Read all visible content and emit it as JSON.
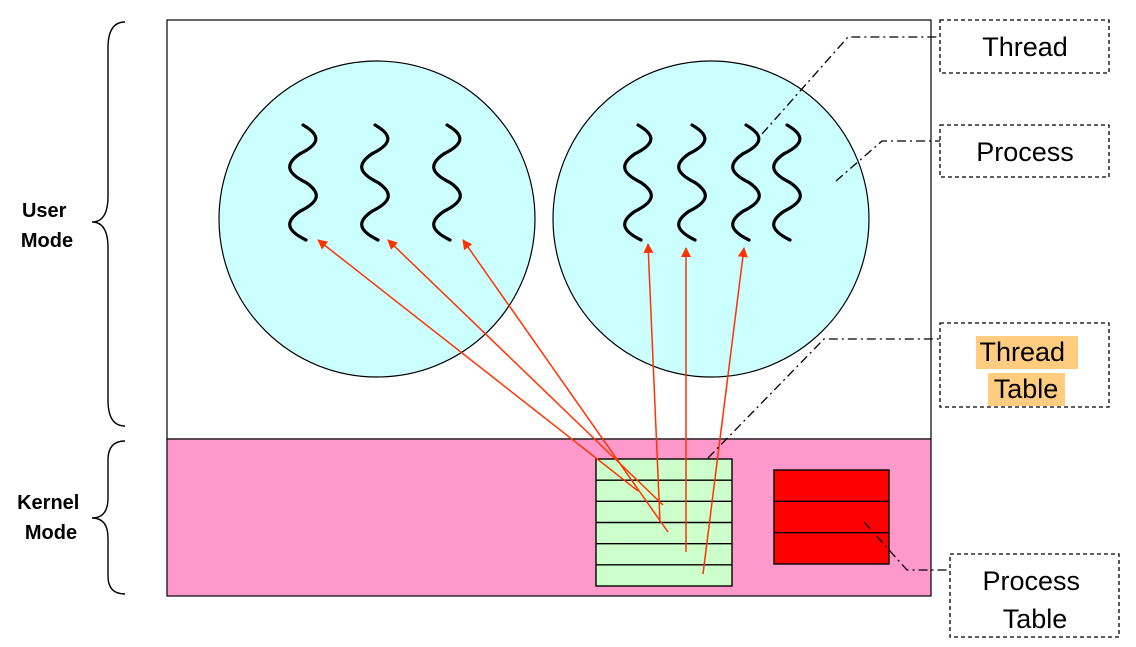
{
  "regions": {
    "user_mode": [
      "User",
      "Mode"
    ],
    "kernel_mode": [
      "Kernel",
      "Mode"
    ]
  },
  "callouts": {
    "thread": [
      "Thread"
    ],
    "process": [
      "Process"
    ],
    "thread_table": [
      "Thread",
      "Table"
    ],
    "process_table": [
      "Process",
      "Table"
    ]
  },
  "highlighted_callout": "thread_table",
  "colors": {
    "user_space": "#ffffff",
    "kernel_space": "#ff99cc",
    "process_fill": "#ccffff",
    "thread_table_fill": "#ccffcc",
    "process_table_fill": "#ff0000",
    "arrow": "#ff3300",
    "highlight": "#ffcc80"
  },
  "processes": [
    {
      "threads": 3
    },
    {
      "threads": 4
    }
  ],
  "thread_table_rows": 6,
  "process_table_rows": 3
}
